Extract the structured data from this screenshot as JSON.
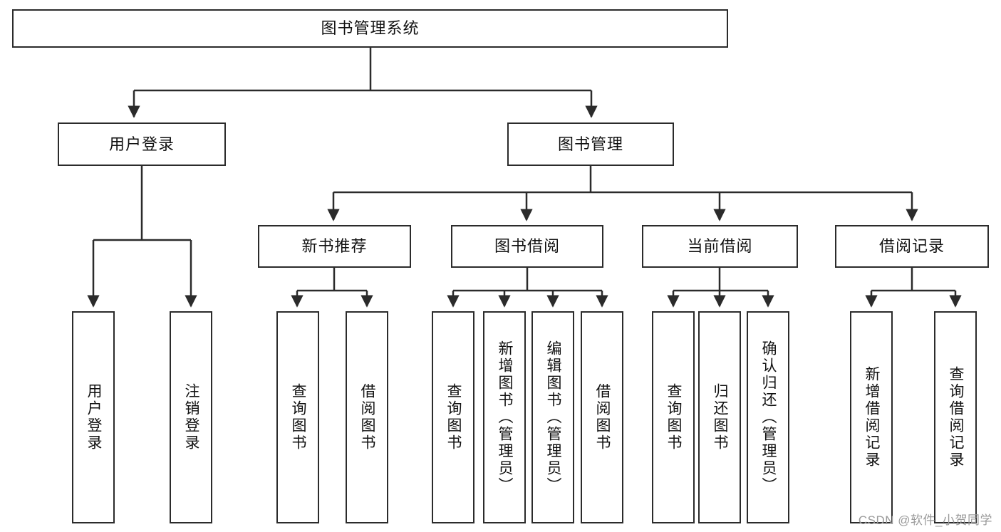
{
  "diagram": {
    "title": "图书管理系统",
    "type": "tree-hierarchy-chart",
    "line_color": "#2b2b2b",
    "box_fill": "#ffffff",
    "background": "#ffffff"
  },
  "root": {
    "label": "图书管理系统"
  },
  "level2": [
    {
      "label": "用户登录"
    },
    {
      "label": "图书管理"
    }
  ],
  "level3": [
    {
      "label": "新书推荐"
    },
    {
      "label": "图书借阅"
    },
    {
      "label": "当前借阅"
    },
    {
      "label": "借阅记录"
    }
  ],
  "leaves": {
    "user_login": [
      {
        "label": "用户登录"
      },
      {
        "label": "注销登录"
      }
    ],
    "new_book_recommend": [
      {
        "label": "查询图书"
      },
      {
        "label": "借阅图书"
      }
    ],
    "book_borrow": [
      {
        "label": "查询图书"
      },
      {
        "label": "新增图书（管理员）"
      },
      {
        "label": "编辑图书（管理员）"
      },
      {
        "label": "借阅图书"
      }
    ],
    "current_borrow": [
      {
        "label": "查询图书"
      },
      {
        "label": "归还图书"
      },
      {
        "label": "确认归还（管理员）"
      }
    ],
    "borrow_record": [
      {
        "label": "新增借阅记录"
      },
      {
        "label": "查询借阅记录"
      }
    ]
  },
  "watermark": {
    "text": "CSDN @软件_小贺同学"
  }
}
